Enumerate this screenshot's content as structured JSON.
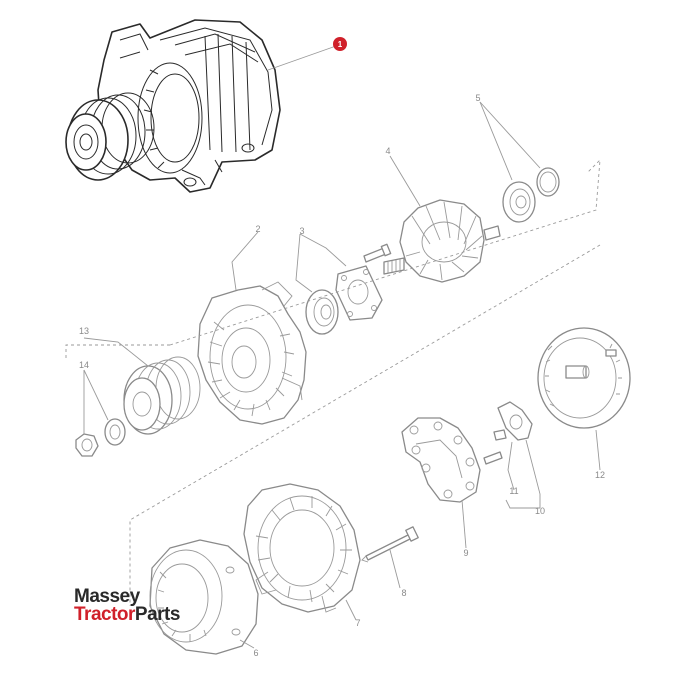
{
  "diagram": {
    "callouts": {
      "c1": "1",
      "c2": "2",
      "c3": "3",
      "c4": "4",
      "c5": "5",
      "c6": "6",
      "c7": "7",
      "c8": "8",
      "c9": "9",
      "c10": "10",
      "c11": "11",
      "c12": "12",
      "c13": "13",
      "c14": "14"
    }
  },
  "logo": {
    "line1": "Massey",
    "line2_red": "Tractor",
    "line2_grey": "Parts"
  },
  "colors": {
    "badge": "#d0202a",
    "line": "#2a2a2a",
    "callout": "#8a8a8a"
  }
}
